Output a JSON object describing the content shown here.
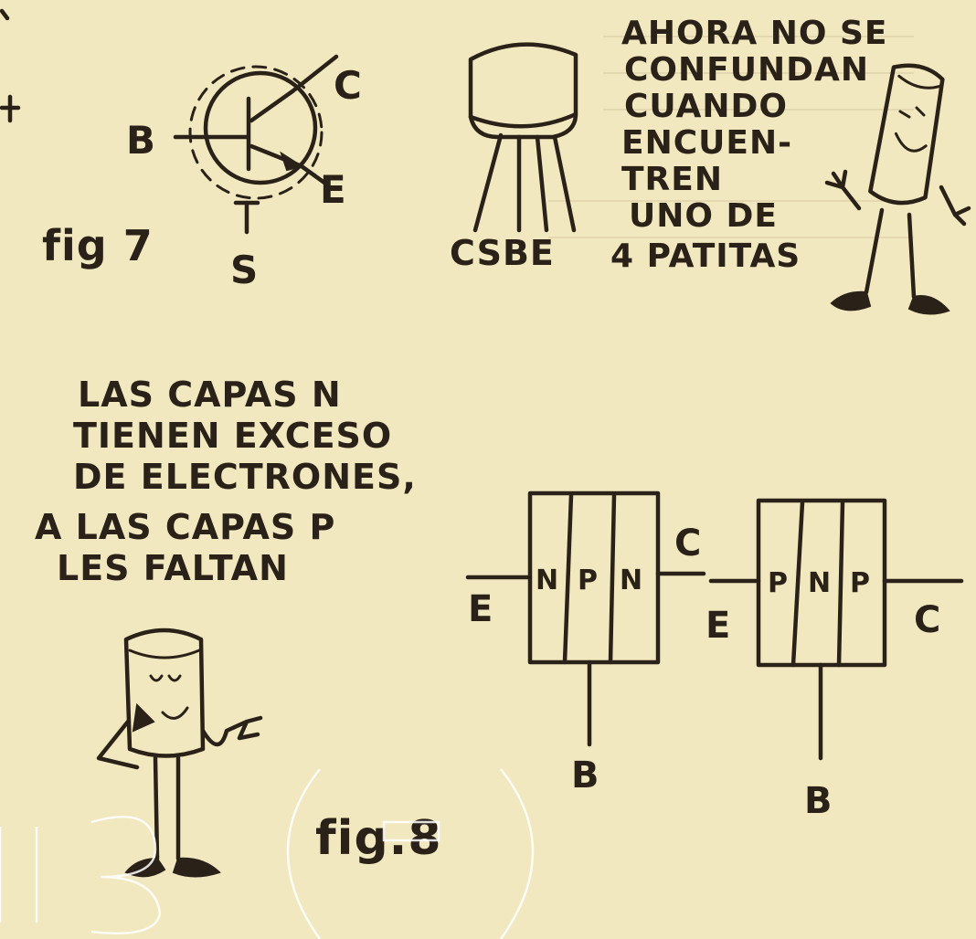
{
  "fig7": {
    "caption": "fig 7",
    "base": "B",
    "collector": "C",
    "emitter": "E",
    "shield": "S",
    "bottom_pins": "CSBE"
  },
  "speech_top": {
    "lines": [
      "AHORA NO SE",
      "CONFUNDAN",
      "CUANDO",
      "ENCUEN-",
      "TREN",
      "UNO DE",
      "4 PATITAS"
    ]
  },
  "speech_mid": {
    "lines": [
      "LAS CAPAS N",
      "TIENEN EXCESO",
      "DE ELECTRONES,",
      "A LAS CAPAS P",
      "LES FALTAN"
    ]
  },
  "fig8": {
    "caption": "fig.8",
    "npn": {
      "layers": [
        "N",
        "P",
        "N"
      ],
      "left": "E",
      "right": "C",
      "bottom": "B"
    },
    "pnp": {
      "layers": [
        "P",
        "N",
        "P"
      ],
      "left": "E",
      "right": "C",
      "bottom": "B"
    }
  },
  "colors": {
    "paper": "#f2e8bf",
    "ink": "#2a2218"
  }
}
